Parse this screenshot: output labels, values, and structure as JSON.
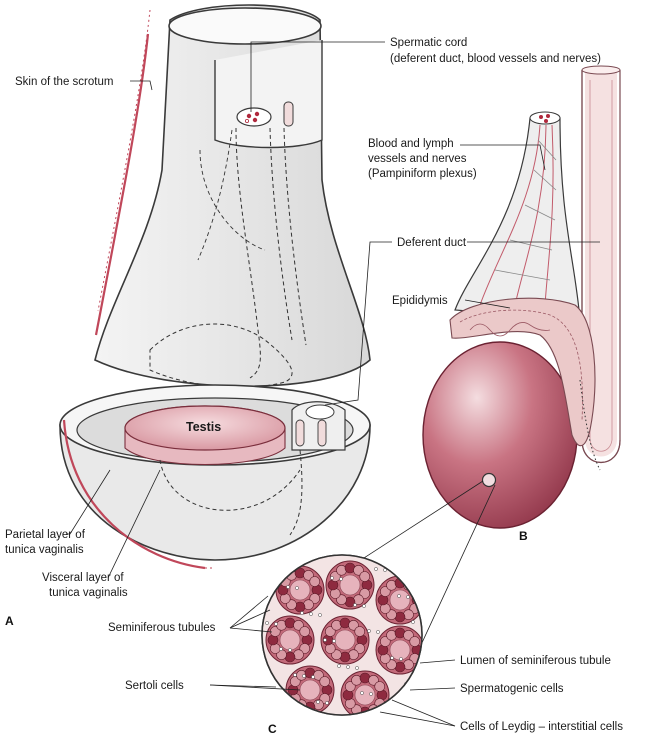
{
  "labels": {
    "skin_scrotum": "Skin of the scrotum",
    "spermatic_cord_1": "Spermatic cord",
    "spermatic_cord_2": "(deferent duct, blood vessels and nerves)",
    "blood_lymph_1": "Blood and lymph",
    "blood_lymph_2": "vessels and nerves",
    "blood_lymph_3": "(Pampiniform plexus)",
    "deferent_duct": "Deferent duct",
    "epididymis": "Epididymis",
    "testis": "Testis",
    "parietal_1": "Parietal layer of",
    "parietal_2": "tunica vaginalis",
    "visceral_1": "Visceral layer of",
    "visceral_2": "tunica vaginalis",
    "seminiferous": "Seminiferous tubules",
    "sertoli": "Sertoli cells",
    "lumen": "Lumen of seminiferous tubule",
    "spermatogenic": "Spermatogenic cells",
    "leydig": "Cells of Leydig – interstitial cells"
  },
  "panels": {
    "a": "A",
    "b": "B",
    "c": "C"
  },
  "colors": {
    "sheath": "#ebebeb",
    "sheath_edge": "#3a3a3a",
    "testis_rose": "#b8586a",
    "testis_light": "#e4b0b8",
    "skin_red": "#c0475a",
    "cord_pink": "#f1dcdc"
  }
}
